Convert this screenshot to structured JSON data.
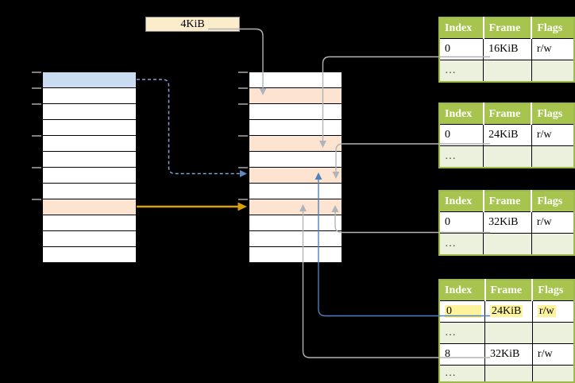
{
  "page_size_box": {
    "label": "4KiB"
  },
  "virtual_column": {
    "rows": [
      "blue",
      "white",
      "white",
      "white",
      "white",
      "white",
      "white",
      "white",
      "orange",
      "white",
      "white",
      "white"
    ],
    "tick_rows": [
      0,
      1,
      2,
      4,
      6,
      8
    ]
  },
  "physical_column": {
    "rows": [
      "white",
      "orange",
      "white",
      "white",
      "orange",
      "white",
      "orange",
      "white",
      "orange",
      "white",
      "white",
      "white"
    ],
    "tick_rows": [
      0,
      1,
      2,
      4,
      6,
      8
    ]
  },
  "tables": [
    {
      "headers": [
        "Index",
        "Frame",
        "Flags"
      ],
      "rows": [
        {
          "cells": [
            "0",
            "16KiB",
            "r/w"
          ],
          "ellipsis": false,
          "highlight": false
        },
        {
          "cells": [
            "…",
            "",
            ""
          ],
          "ellipsis": true,
          "highlight": false
        }
      ]
    },
    {
      "headers": [
        "Index",
        "Frame",
        "Flags"
      ],
      "rows": [
        {
          "cells": [
            "0",
            "24KiB",
            "r/w"
          ],
          "ellipsis": false,
          "highlight": false
        },
        {
          "cells": [
            "…",
            "",
            ""
          ],
          "ellipsis": true,
          "highlight": false
        }
      ]
    },
    {
      "headers": [
        "Index",
        "Frame",
        "Flags"
      ],
      "rows": [
        {
          "cells": [
            "0",
            "32KiB",
            "r/w"
          ],
          "ellipsis": false,
          "highlight": false
        },
        {
          "cells": [
            "…",
            "",
            ""
          ],
          "ellipsis": true,
          "highlight": false
        }
      ]
    },
    {
      "headers": [
        "Index",
        "Frame",
        "Flags"
      ],
      "rows": [
        {
          "cells": [
            "0",
            "24KiB",
            "r/w"
          ],
          "ellipsis": false,
          "highlight": true
        },
        {
          "cells": [
            "…",
            "",
            ""
          ],
          "ellipsis": true,
          "highlight": false
        },
        {
          "cells": [
            "8",
            "32KiB",
            "r/w"
          ],
          "ellipsis": false,
          "highlight": false
        },
        {
          "cells": [
            "…",
            "",
            ""
          ],
          "ellipsis": true,
          "highlight": false
        }
      ]
    }
  ],
  "colors": {
    "header_green": "#A6C44E",
    "border_green": "#9CB94A",
    "row_green_light": "#EBF1DC",
    "cell_orange": "#FCE4D0",
    "cell_blue": "#C9DCF1",
    "box_tan": "#FBECCB",
    "highlight_yellow": "#FDF39B",
    "tick_gray": "#7F7F7F",
    "arrow_gray": "#B3B3B3",
    "arrow_gray_head": "#AFB4BC",
    "arrow_blue": "#4F81BD",
    "arrow_dash_blue": "#85A0D6",
    "arrow_dash_blue_head": "#5F87C5",
    "arrow_orange": "#D9A005"
  }
}
